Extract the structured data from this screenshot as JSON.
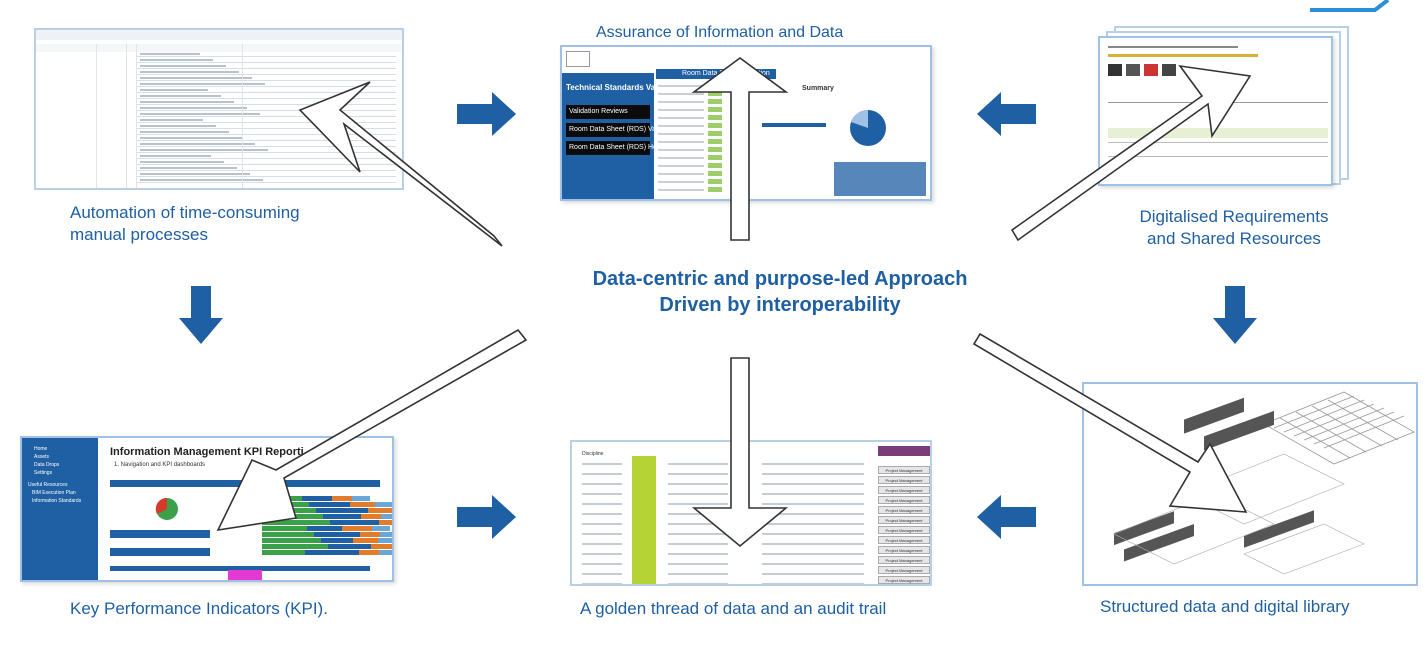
{
  "captions": {
    "top_left": [
      "Automation of time-consuming",
      "manual processes"
    ],
    "top_center": "Assurance of Information and Data",
    "top_right": [
      "Digitalised Requirements",
      "and Shared Resources"
    ],
    "bottom_left": "Key Performance Indicators (KPI).",
    "bottom_center": "A golden thread of data and an audit trail",
    "bottom_right": "Structured data and digital library"
  },
  "center": {
    "line1": "Data-centric and purpose-led Approach",
    "line2": "Driven by interoperability"
  },
  "screens": {
    "assurance": {
      "header": "Technical Standards Val",
      "items": [
        "Validation Reviews",
        "Room Data Sheet (RDS) Value",
        "Room Data Sheet (RDS) Headings"
      ],
      "tab": "Room Data Sheet Validation",
      "tab2": "Summary"
    },
    "kpi": {
      "title": "Information Management KPI Reporti",
      "subtitle": "1. Navigation and KPI dashboards",
      "nav": [
        "Home",
        "Assets",
        "Data Drops",
        "Settings",
        "Useful Resources",
        "BIM Execution Plan",
        "Information Standards"
      ]
    },
    "golden_thread": {
      "header": "Discipline",
      "button_label": "Project Management"
    }
  },
  "colors": {
    "accent": "#1f5fa3",
    "frame": "#9fc1e6",
    "arrow_fill": "#ffffff",
    "arrow_stroke": "#333333",
    "highlight_green": "#b5d334",
    "header_purple": "#7a3d7a"
  }
}
